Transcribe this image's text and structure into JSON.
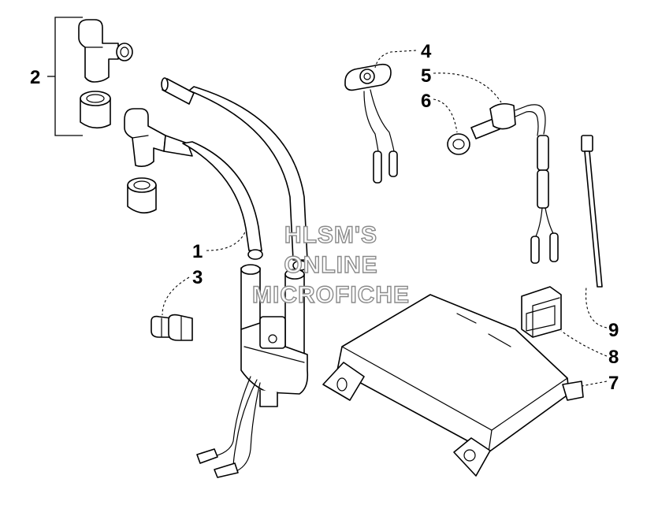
{
  "diagram": {
    "callouts": [
      {
        "id": "1",
        "label": "1"
      },
      {
        "id": "2",
        "label": "2"
      },
      {
        "id": "3",
        "label": "3"
      },
      {
        "id": "4",
        "label": "4"
      },
      {
        "id": "5",
        "label": "5"
      },
      {
        "id": "6",
        "label": "6"
      },
      {
        "id": "7",
        "label": "7"
      },
      {
        "id": "8",
        "label": "8"
      },
      {
        "id": "9",
        "label": "9"
      }
    ],
    "watermark": {
      "line1": "HLSM'S",
      "line2": "ONLINE",
      "line3": "MICROFICHE"
    }
  }
}
